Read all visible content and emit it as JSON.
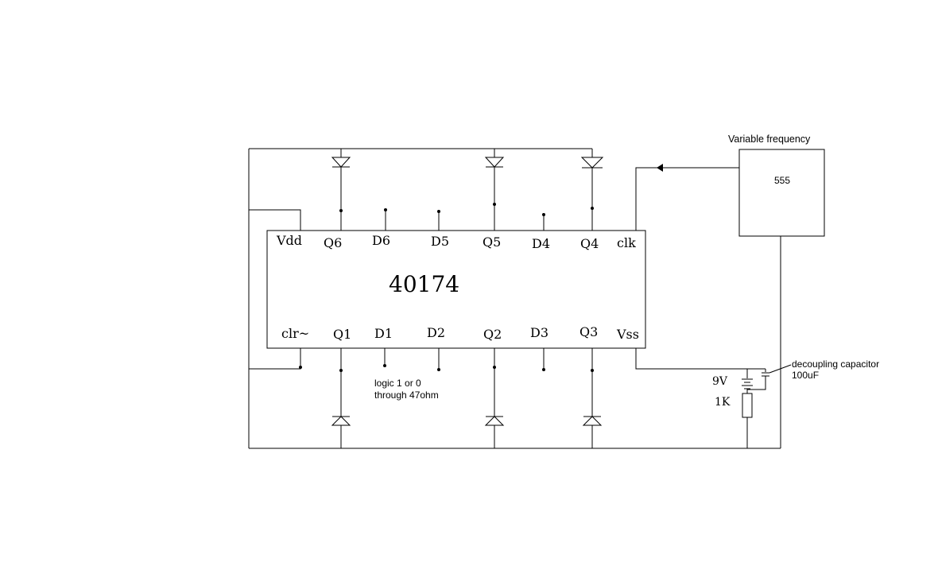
{
  "chip": {
    "name": "40174",
    "top_pins": [
      "Vdd",
      "Q6",
      "D6",
      "D5",
      "Q5",
      "D4",
      "Q4",
      "clk"
    ],
    "bottom_pins": [
      "clr~",
      "Q1",
      "D1",
      "D2",
      "Q2",
      "D3",
      "Q3",
      "Vss"
    ]
  },
  "oscillator": {
    "name": "555",
    "caption": "Variable frequency"
  },
  "annotations": {
    "logic_line1": "logic 1 or 0",
    "logic_line2": "through 47ohm",
    "cap_line1": "decoupling capacitor",
    "cap_line2": "100uF",
    "battery": "9V",
    "resistor": "1K"
  }
}
